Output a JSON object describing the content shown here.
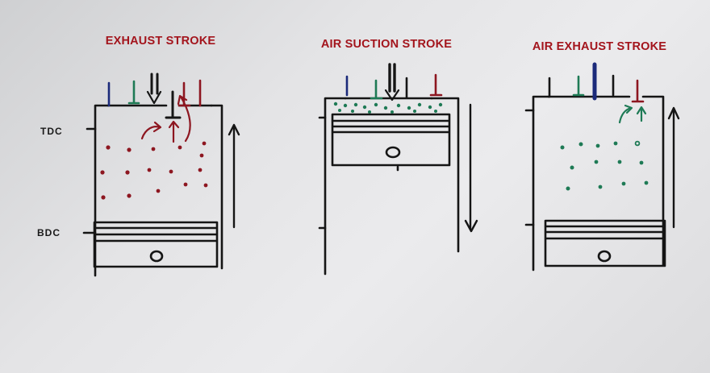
{
  "titles": {
    "left": "EXHAUST STROKE",
    "middle": "AIR SUCTION STROKE",
    "right": "AIR EXHAUST STROKE"
  },
  "markers": {
    "tdc": "TDC",
    "bdc": "BDC"
  },
  "colors": {
    "title_red": "#a3141c",
    "ink_black": "#151515",
    "exhaust_red": "#8d1620",
    "air_green": "#1e7a55",
    "injector_blue": "#1b2a7a"
  }
}
